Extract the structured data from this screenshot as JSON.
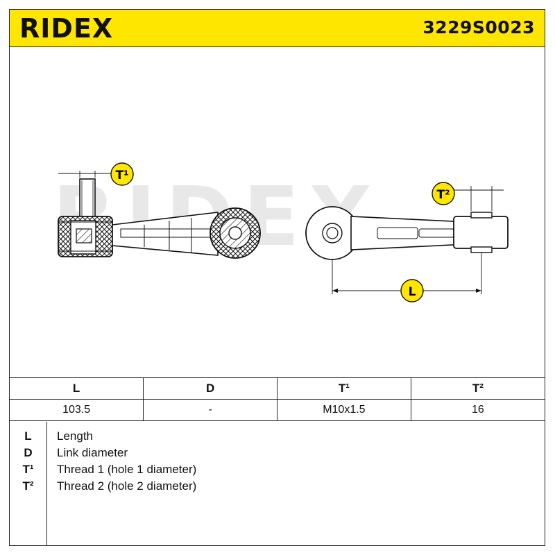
{
  "header": {
    "brand": "RIDEX",
    "part_number": "3229S0023"
  },
  "drawing": {
    "watermark": "RIDEX",
    "labels": {
      "t1": "T¹",
      "t2": "T²",
      "l": "L"
    }
  },
  "specs": {
    "columns": [
      "L",
      "D",
      "T¹",
      "T²"
    ],
    "values": [
      "103.5",
      "-",
      "M10x1.5",
      "16"
    ]
  },
  "legend": [
    {
      "key": "L",
      "text": "Length"
    },
    {
      "key": "D",
      "text": "Link diameter"
    },
    {
      "key": "T¹",
      "text": "Thread 1 (hole 1 diameter)"
    },
    {
      "key": "T²",
      "text": "Thread 2 (hole 2 diameter)"
    }
  ],
  "colors": {
    "header_bg": "#ffe600",
    "badge_bg": "#ffe600",
    "line": "#111111",
    "watermark": "#e6e6e6"
  }
}
